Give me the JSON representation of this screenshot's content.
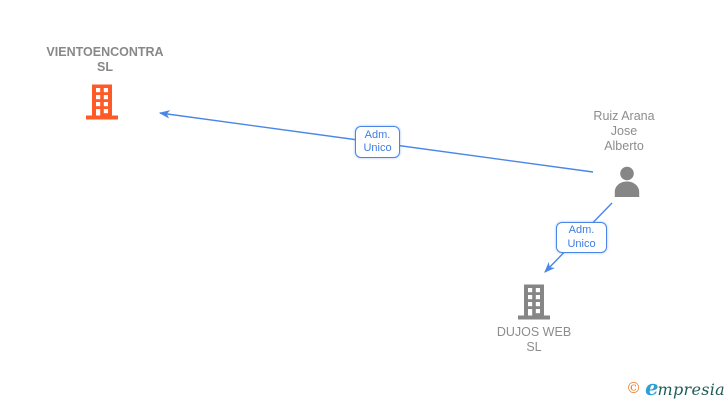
{
  "diagram": {
    "entities": [
      {
        "id": "vientoencontra-sl",
        "kind": "company",
        "label": "VIENTOENCONTRA SL",
        "label_lines": [
          "VIENTOENCONTRA",
          "SL"
        ],
        "icon": "building-icon",
        "icon_color": "#fd5a28",
        "highlighted": true
      },
      {
        "id": "ruiz-arana-jose-alberto",
        "kind": "person",
        "label": "Ruiz Arana Jose Alberto",
        "label_lines": [
          "Ruiz Arana",
          "Jose",
          "Alberto"
        ],
        "icon": "person-icon",
        "icon_color": "#868686",
        "highlighted": false
      },
      {
        "id": "dujos-web-sl",
        "kind": "company",
        "label": "DUJOS WEB SL",
        "label_lines": [
          "DUJOS WEB",
          "SL"
        ],
        "icon": "building-icon",
        "icon_color": "#868686",
        "highlighted": false
      }
    ],
    "edges": [
      {
        "id": "ruiz-to-vientoencontra",
        "from": "Ruiz Arana Jose Alberto",
        "to": "VIENTOENCONTRA SL",
        "role_label": "Adm. Unico",
        "role_lines": [
          "Adm.",
          "Unico"
        ]
      },
      {
        "id": "ruiz-to-dujos",
        "from": "Ruiz Arana Jose Alberto",
        "to": "DUJOS WEB SL",
        "role_label": "Adm. Unico",
        "role_lines": [
          "Adm.",
          "Unico"
        ]
      }
    ],
    "arrow_color": "#4a86e8"
  },
  "branding": {
    "copyright_symbol": "©",
    "logo_initial": "e",
    "logo_rest": "mpresia",
    "copyright_color": "#ef7d25",
    "initial_color": "#2e9fd4",
    "rest_color": "#1e5c57"
  }
}
